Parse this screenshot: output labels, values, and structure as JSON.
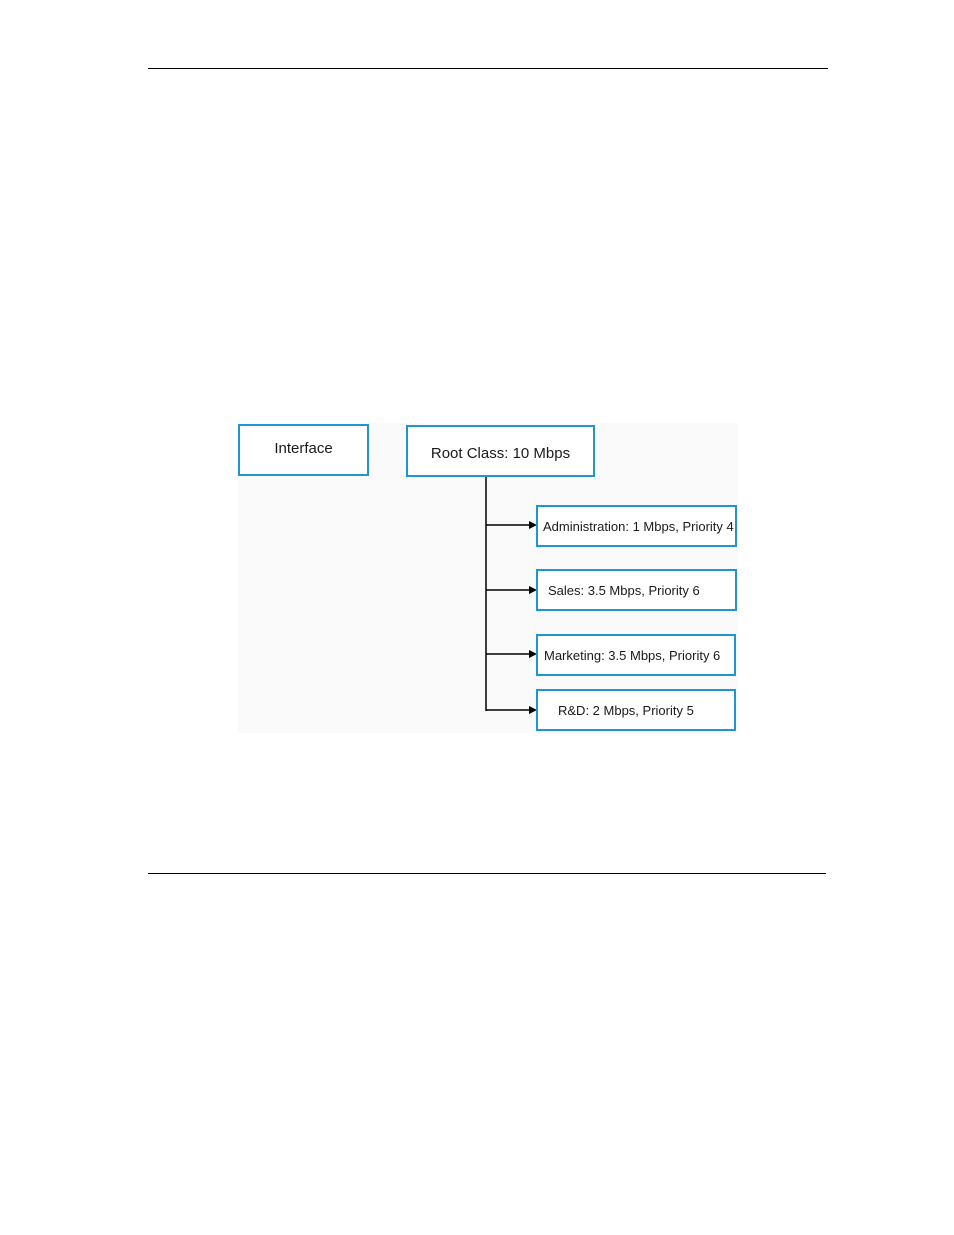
{
  "diagram": {
    "interface_label": "Interface",
    "root_label": "Root Class: 10 Mbps",
    "children": [
      {
        "label": "Administration: 1 Mbps, Priority 4"
      },
      {
        "label": "Sales: 3.5 Mbps, Priority 6"
      },
      {
        "label": "Marketing: 3.5 Mbps, Priority 6"
      },
      {
        "label": "R&D: 2 Mbps, Priority 5"
      }
    ],
    "colors": {
      "box_border": "#1f95d2",
      "connector": "#000000",
      "diagram_background": "#fafafa"
    }
  }
}
